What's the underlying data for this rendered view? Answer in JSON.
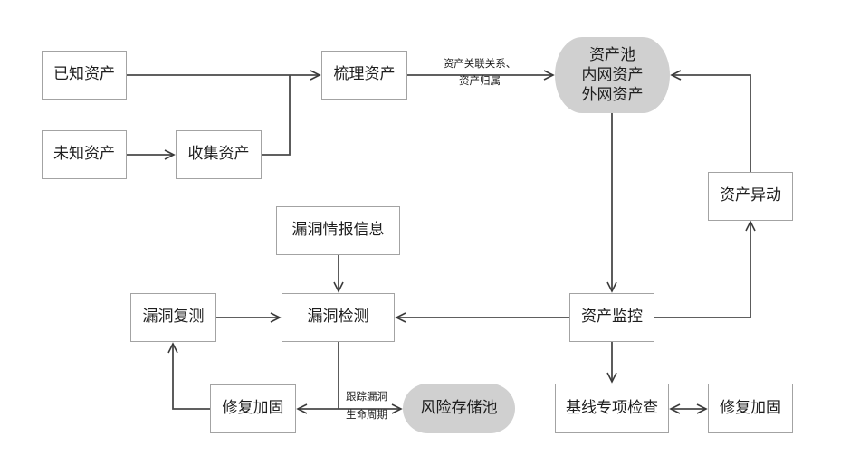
{
  "diagram": {
    "nodes": {
      "known_assets": "已知资产",
      "unknown_assets": "未知资产",
      "collect_assets": "收集资产",
      "organize_assets": "梳理资产",
      "asset_pool": [
        "资产池",
        "内网资产",
        "外网资产"
      ],
      "asset_change": "资产异动",
      "vuln_intel": "漏洞情报信息",
      "vuln_detect": "漏洞检测",
      "vuln_retest": "漏洞复测",
      "asset_monitor": "资产监控",
      "repair_left": "修复加固",
      "risk_pool": "风险存储池",
      "baseline_check": "基线专项检查",
      "repair_right": "修复加固"
    },
    "edge_labels": {
      "relation_line1": "资产关联关系、",
      "relation_line2": "资产归属",
      "track_line1": "跟踪漏洞",
      "track_line2": "生命周期"
    },
    "edges": [
      {
        "from": "known_assets",
        "to": "organize_assets"
      },
      {
        "from": "unknown_assets",
        "to": "collect_assets"
      },
      {
        "from": "collect_assets",
        "to": "organize_assets"
      },
      {
        "from": "organize_assets",
        "to": "asset_pool",
        "label": "资产关联关系、资产归属"
      },
      {
        "from": "asset_pool",
        "to": "asset_monitor"
      },
      {
        "from": "asset_monitor",
        "to": "asset_change"
      },
      {
        "from": "asset_change",
        "to": "asset_pool"
      },
      {
        "from": "asset_monitor",
        "to": "vuln_detect"
      },
      {
        "from": "vuln_intel",
        "to": "vuln_detect"
      },
      {
        "from": "vuln_retest",
        "to": "vuln_detect"
      },
      {
        "from": "vuln_detect",
        "to": "repair_left"
      },
      {
        "from": "vuln_detect",
        "to": "risk_pool",
        "label": "跟踪漏洞生命周期"
      },
      {
        "from": "repair_left",
        "to": "vuln_retest"
      },
      {
        "from": "asset_monitor",
        "to": "baseline_check"
      },
      {
        "from": "baseline_check",
        "to": "repair_right",
        "bidirectional": true
      }
    ]
  }
}
